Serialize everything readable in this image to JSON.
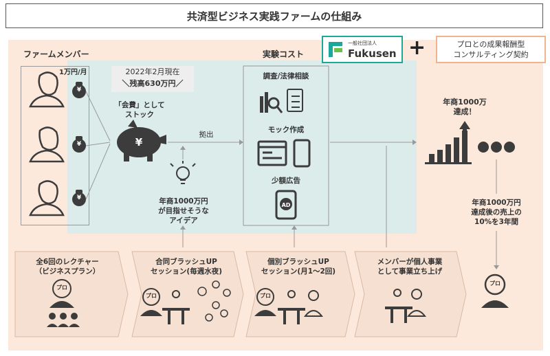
{
  "title": "共済型ビジネス実践ファームの仕組み",
  "logo": {
    "small": "一般社団法人",
    "name": "Fukusen"
  },
  "plus_sign": "+",
  "contract": {
    "line1": "プロとの成果報酬型",
    "line2": "コンサルティング契約"
  },
  "members": {
    "label": "ファームメンバー",
    "fee": "1万円/月",
    "coin_symbol": "¥"
  },
  "balance": {
    "line1": "2022年2月現在",
    "line2": "＼残高630万円／"
  },
  "stock": {
    "line1": "「会費」として",
    "line2": "ストック"
  },
  "withdraw": "拠出",
  "idea": {
    "line1": "年商1000万円",
    "line2": "が目指せそうな",
    "line3": "アイデア"
  },
  "experiment": {
    "label": "実験コスト",
    "items": [
      "調査/法律相談",
      "モック作成",
      "少額広告"
    ],
    "ad_icon_text": "AD"
  },
  "goal": {
    "line1": "年商1000万",
    "line2": "達成！"
  },
  "revenue_share": {
    "line1": "年商1000万円",
    "line2": "達成後の売上の",
    "line3": "10%を3年間"
  },
  "steps": [
    {
      "line1": "全6回のレクチャー",
      "line2": "（ビジネスプラン）"
    },
    {
      "line1": "合同ブラッシュUP",
      "line2": "セッション(毎週水夜)"
    },
    {
      "line1": "個別ブラッシュUP",
      "line2": "セッション(月1〜2回)"
    },
    {
      "line1": "メンバーが個人事業",
      "line2": "として事業立ち上げ"
    }
  ],
  "pro_label": "プロ",
  "colors": {
    "orange_bg": "#fde9dc",
    "teal_bg": "#dbecea",
    "icon_dark": "#3c3c3c",
    "brand": "#1aa89a",
    "contract_border": "#f0b48c"
  }
}
